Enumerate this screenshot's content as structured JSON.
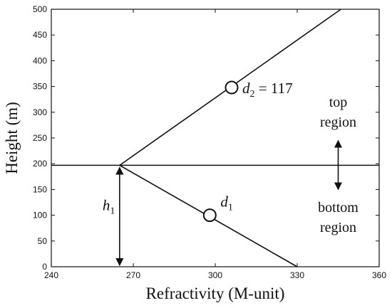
{
  "chart_data": {
    "type": "line",
    "title": "",
    "xlabel": "Refractivity (M-unit)",
    "ylabel": "Height (m)",
    "xlim": [
      240,
      360
    ],
    "ylim": [
      0,
      500
    ],
    "xticks": [
      240,
      270,
      300,
      330,
      360
    ],
    "yticks": [
      0,
      50,
      100,
      150,
      200,
      250,
      300,
      350,
      400,
      450,
      500
    ],
    "grid": false,
    "series": [
      {
        "x": [
          265,
          346
        ],
        "y": [
          197,
          500
        ]
      },
      {
        "x": [
          265,
          330
        ],
        "y": [
          197,
          0
        ]
      }
    ],
    "reference_line": {
      "orientation": "horizontal",
      "y": 197
    },
    "markers": [
      {
        "x": 306,
        "y": 348,
        "label_main": "d",
        "label_sub": "2",
        "label_rest": " = 117"
      },
      {
        "x": 298,
        "y": 100,
        "label_main": "d",
        "label_sub": "1",
        "label_rest": ""
      }
    ],
    "annotations": {
      "h_label_main": "h",
      "h_label_sub": "1",
      "h_arrow": {
        "x": 265,
        "y_from": 0,
        "y_to": 197
      },
      "region_arrow": {
        "x": 345,
        "y_from": 150,
        "y_to": 245
      },
      "top_region": [
        "top",
        "region"
      ],
      "bottom_region": [
        "bottom",
        "region"
      ]
    }
  }
}
